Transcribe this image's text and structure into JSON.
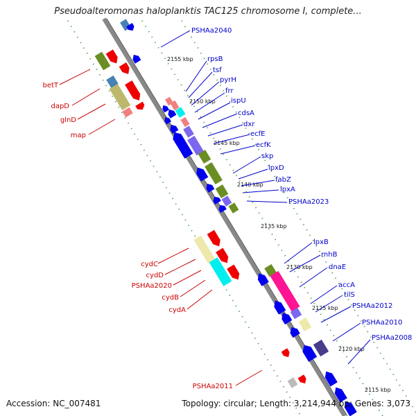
{
  "title": "Pseudoalteromonas haloplanktis TAC125 chromosome I, complete...",
  "footer": {
    "accession": "Accession: NC_007481",
    "topology": "Topology: circular; Length: 3,214,944 bp; Genes: 3,073"
  },
  "ticks": [
    "2155 kbp",
    "2150 kbp",
    "2145 kbp",
    "2140 kbp",
    "2135 kbp",
    "2130 kbp",
    "2125 kbp",
    "2120 kbp",
    "2115 kbp"
  ],
  "genes_right": [
    "PSHAa2040",
    "rpsB",
    "tsf",
    "pyrH",
    "frr",
    "ispU",
    "cdsA",
    "dxr",
    "ecfE",
    "ecfK",
    "skp",
    "lpxD",
    "fabZ",
    "lpxA",
    "PSHAa2023",
    "lpxB",
    "rnhB",
    "dnaE",
    "accA",
    "tilS",
    "PSHAa2012",
    "PSHAa2010",
    "PSHAa2008"
  ],
  "genes_left": [
    "betT",
    "dapD",
    "glnD",
    "map",
    "cydC",
    "cydD",
    "PSHAa2020",
    "cydB",
    "cydA",
    "PSHAa2011"
  ],
  "colors": {
    "blue_label": "#0000cc",
    "red_label": "#cc0000",
    "backbone": "#888888",
    "green_dots": "#2a8a2a"
  }
}
